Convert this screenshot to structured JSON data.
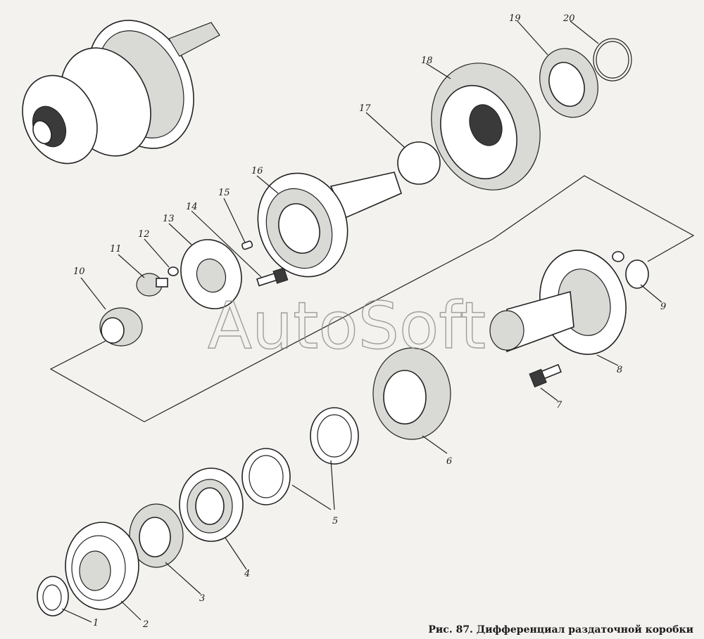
{
  "caption": "Рис. 87. Дифференциал раздаточной коробки",
  "watermark": "AutoSoft",
  "part_numbers": [
    "1",
    "2",
    "3",
    "4",
    "5",
    "6",
    "7",
    "8",
    "9",
    "10",
    "11",
    "12",
    "13",
    "14",
    "15",
    "16",
    "17",
    "18",
    "19",
    "20"
  ]
}
